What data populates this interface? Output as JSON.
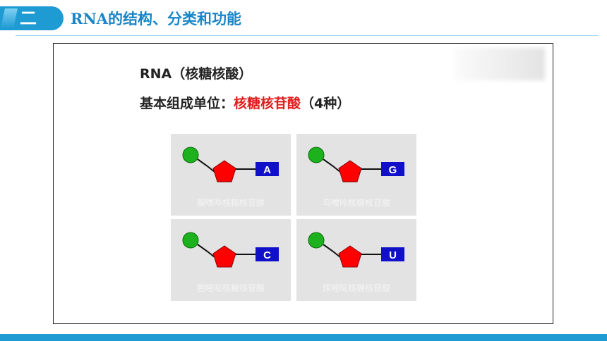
{
  "header": {
    "section_number": "二",
    "title": "RNA的结构、分类和功能"
  },
  "slide": {
    "title_line": "RNA（核糖核酸）",
    "unit_label": "基本组成单位：",
    "unit_highlight": "核糖核苷酸",
    "unit_suffix": "（4种）",
    "nucleotides": [
      {
        "base": "A",
        "name": "腺嘌呤核糖核苷酸"
      },
      {
        "base": "G",
        "name": "鸟嘌呤核糖核苷酸"
      },
      {
        "base": "C",
        "name": "胞嘧啶核糖核苷酸"
      },
      {
        "base": "U",
        "name": "尿嘧啶核糖核苷酸"
      }
    ]
  },
  "colors": {
    "accent": "#1f9bd4",
    "title_blue": "#1a86c7",
    "highlight_red": "#e11d1d",
    "phosphate_green": "#1db21d",
    "sugar_red": "#ff0000",
    "base_blue": "#1010c8"
  }
}
